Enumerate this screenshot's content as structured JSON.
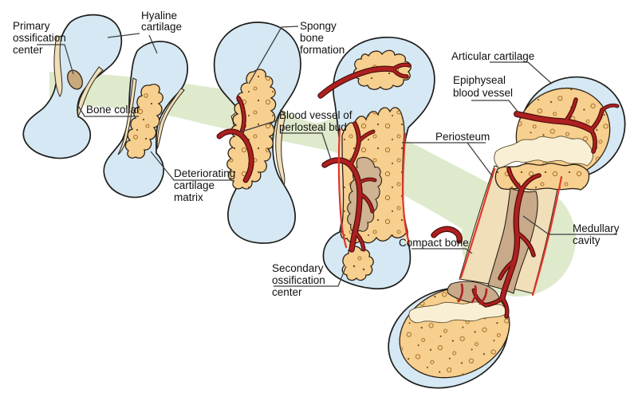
{
  "labels": {
    "primary_ossification_center": {
      "lines": [
        "Primary",
        "ossification",
        "center"
      ]
    },
    "hyaline_cartilage": {
      "lines": [
        "Hyaline",
        "cartilage"
      ]
    },
    "bone_collar": {
      "lines": [
        "Bone collar"
      ]
    },
    "deteriorating_cartilage_matrix": {
      "lines": [
        "Deteriorating",
        "cartilage",
        "matrix"
      ]
    },
    "spongy_bone_formation": {
      "lines": [
        "Spongy",
        "bone",
        "formation"
      ]
    },
    "blood_vessel_of_periosteal_bud": {
      "lines": [
        "Blood vessel of",
        "perlosteal bud"
      ]
    },
    "secondary_ossification_center": {
      "lines": [
        "Secondary",
        "ossification",
        "center"
      ]
    },
    "articular_cartilage": {
      "lines": [
        "Articular cartilage"
      ]
    },
    "epiphyseal_blood_vessel": {
      "lines": [
        "Epiphyseal",
        "blood vessel"
      ]
    },
    "periosteum": {
      "lines": [
        "Periosteum"
      ]
    },
    "compact_bone": {
      "lines": [
        "Compact bone"
      ]
    },
    "medullary_cavity": {
      "lines": [
        "Medullary",
        "cavity"
      ]
    }
  },
  "colors": {
    "hyaline_cartilage_blue": "#d5e8f3",
    "bone_collar_tan": "#f1dfba",
    "spongy_bone_orange": "#f7cf8e",
    "medullary_cavity_brown": "#c8a98a",
    "ossification_center_brown": "#c9a87b",
    "cream_bone": "#f9efd5",
    "blood_vessel_red": "#ae2020",
    "periosteum_red": "#e4352b",
    "background_swoosh_green": "#dfe9cc",
    "outline_black": "#1d1d1b"
  }
}
